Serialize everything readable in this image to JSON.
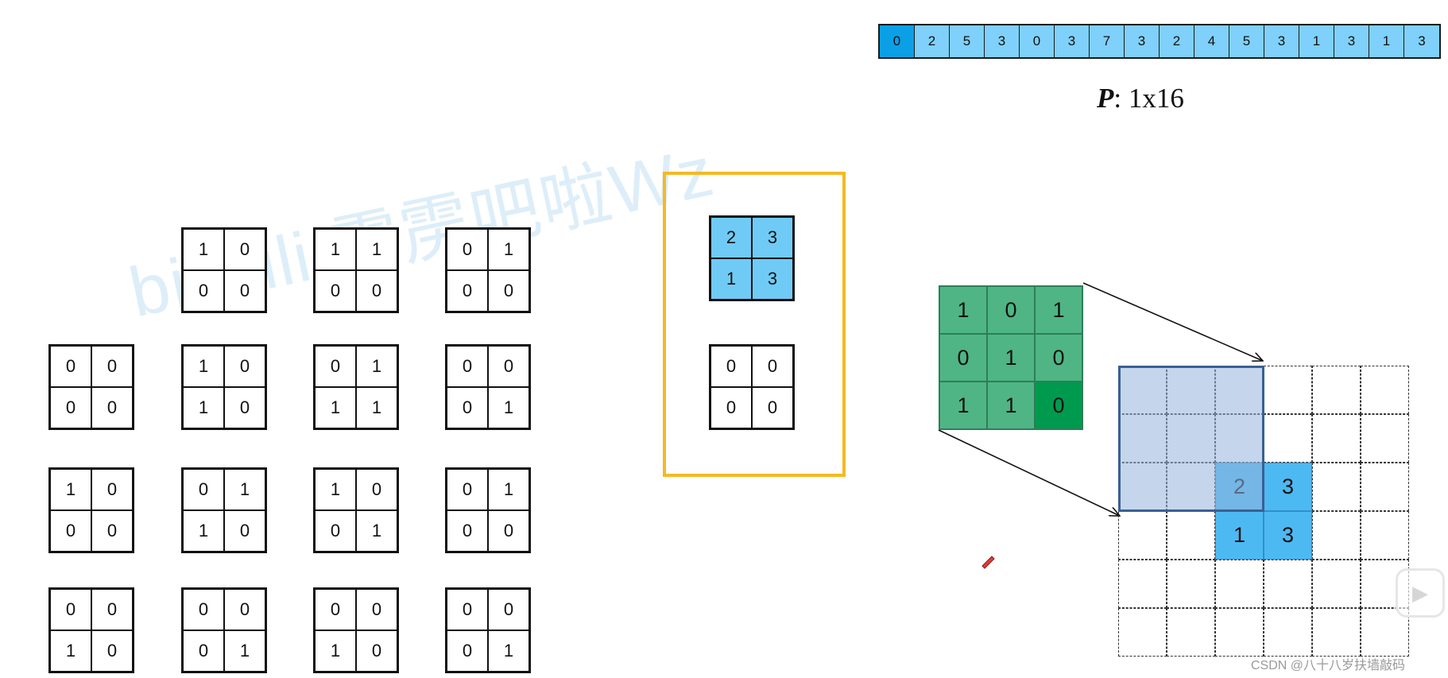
{
  "watermark": "bilibili:霹雳吧啦Wz",
  "p_vector": {
    "values": [
      "0",
      "2",
      "5",
      "3",
      "0",
      "3",
      "7",
      "3",
      "2",
      "4",
      "5",
      "3",
      "1",
      "3",
      "1",
      "3"
    ],
    "caption_letter": "P",
    "caption_rest": ": 1x16"
  },
  "pattern_grids": [
    {
      "values": [
        "1",
        "0",
        "0",
        "0"
      ]
    },
    {
      "values": [
        "1",
        "1",
        "0",
        "0"
      ]
    },
    {
      "values": [
        "0",
        "1",
        "0",
        "0"
      ]
    },
    {
      "values": [
        "0",
        "0",
        "0",
        "0"
      ]
    },
    {
      "values": [
        "1",
        "0",
        "1",
        "0"
      ]
    },
    {
      "values": [
        "0",
        "1",
        "1",
        "1"
      ]
    },
    {
      "values": [
        "0",
        "0",
        "0",
        "1"
      ]
    },
    {
      "values": [
        "1",
        "0",
        "0",
        "0"
      ]
    },
    {
      "values": [
        "0",
        "1",
        "1",
        "0"
      ]
    },
    {
      "values": [
        "1",
        "0",
        "0",
        "1"
      ]
    },
    {
      "values": [
        "0",
        "1",
        "0",
        "0"
      ]
    },
    {
      "values": [
        "0",
        "0",
        "1",
        "0"
      ]
    },
    {
      "values": [
        "0",
        "0",
        "0",
        "1"
      ]
    },
    {
      "values": [
        "0",
        "0",
        "1",
        "0"
      ]
    },
    {
      "values": [
        "0",
        "0",
        "0",
        "1"
      ]
    }
  ],
  "selected_grids": [
    {
      "values": [
        "2",
        "3",
        "1",
        "3"
      ],
      "highlight": true
    },
    {
      "values": [
        "0",
        "0",
        "0",
        "0"
      ],
      "highlight": false
    }
  ],
  "kernel": {
    "values": [
      "1",
      "0",
      "1",
      "0",
      "1",
      "0",
      "1",
      "1",
      "0"
    ]
  },
  "feature_map": {
    "rows": 6,
    "cols": 6,
    "filled": [
      {
        "row": 2,
        "col": 2,
        "value": "2"
      },
      {
        "row": 2,
        "col": 3,
        "value": "3"
      },
      {
        "row": 3,
        "col": 2,
        "value": "1"
      },
      {
        "row": 3,
        "col": 3,
        "value": "3"
      }
    ]
  },
  "credit": "CSDN @八十八岁扶墙敲码",
  "colors": {
    "light_blue": "#7fd0fa",
    "dark_blue": "#0b9fe6",
    "green": "#4fb584",
    "dark_green": "#009a4e",
    "orange": "#f5b923"
  }
}
